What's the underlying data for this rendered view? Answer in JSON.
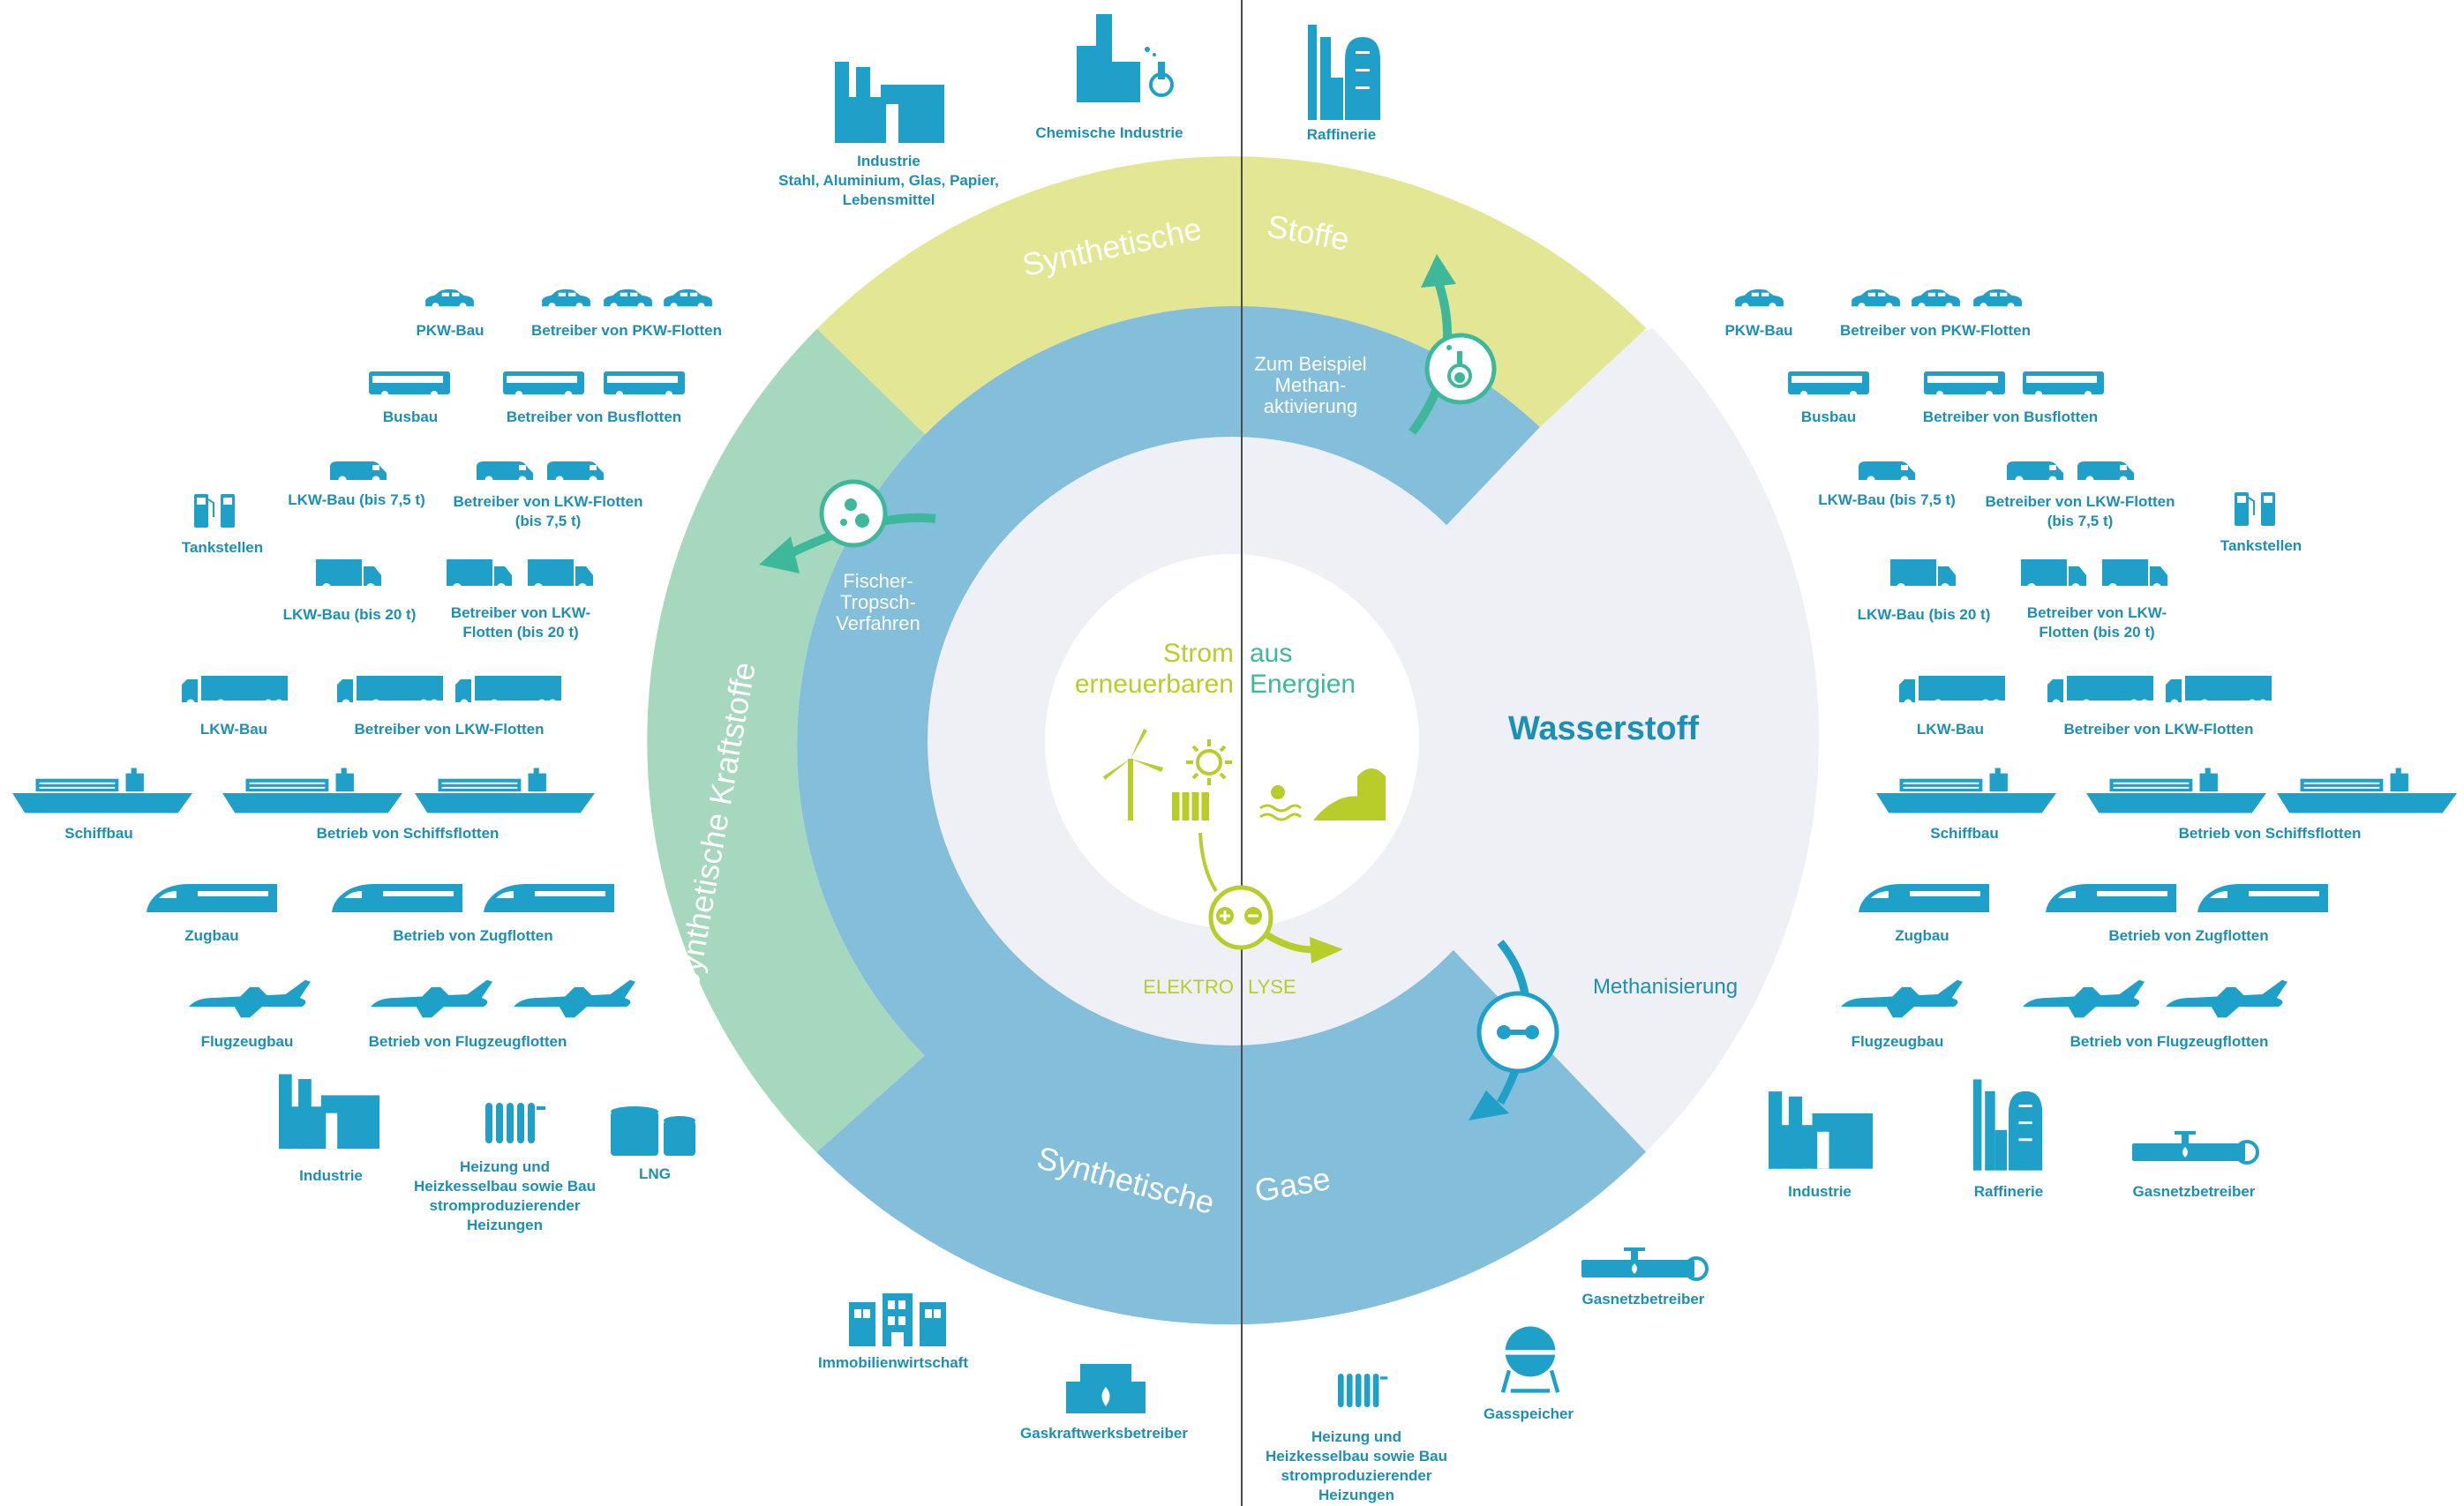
{
  "colors": {
    "green": "#a6d8bd",
    "yellow": "#e3e794",
    "blue": "#83bedb",
    "grey": "#eef0f5",
    "icon": "#1ea0c8",
    "label": "#1c8fb4",
    "lime": "#b9cd2a",
    "teal": "#3db89a"
  },
  "center": {
    "line1_left": "Strom",
    "line1_right": "aus",
    "line2_left": "erneuerbaren",
    "line2_right": "Energien",
    "elektro": "ELEKTRO",
    "lyse": "LYSE"
  },
  "ring": {
    "stoffe_left": "Synthetische",
    "stoffe_right": "Stoffe",
    "kraftstoffe": "Synthetische Kraftstoffe",
    "gase_left": "Synthetische",
    "gase_right": "Gase",
    "wasserstoff": "Wasserstoff"
  },
  "processes": {
    "ft_1": "Fischer-",
    "ft_2": "Tropsch-",
    "ft_3": "Verfahren",
    "ma_1": "Zum Beispiel",
    "ma_2": "Methan-",
    "ma_3": "aktivierung",
    "methanisierung": "Methanisierung"
  },
  "top": {
    "industrie_1": "Industrie",
    "industrie_2": "Stahl, Aluminium, Glas, Papier,",
    "industrie_3": "Lebensmittel",
    "chemie": "Chemische Industrie",
    "raffinerie": "Raffinerie"
  },
  "left": {
    "pkw_bau": "PKW-Bau",
    "pkw_flotten": "Betreiber von PKW-Flotten",
    "busbau": "Busbau",
    "bus_flotten": "Betreiber von Busflotten",
    "tankstellen": "Tankstellen",
    "lkw75_bau": "LKW-Bau (bis 7,5 t)",
    "lkw75_flotten_1": "Betreiber von LKW-Flotten",
    "lkw75_flotten_2": "(bis 7,5 t)",
    "lkw20_bau": "LKW-Bau (bis 20 t)",
    "lkw20_flotten_1": "Betreiber von LKW-",
    "lkw20_flotten_2": "Flotten (bis 20 t)",
    "lkw_bau": "LKW-Bau",
    "lkw_flotten": "Betreiber von LKW-Flotten",
    "schiffbau": "Schiffbau",
    "schiff_flotten": "Betrieb von Schiffsflotten",
    "zugbau": "Zugbau",
    "zug_flotten": "Betrieb von Zugflotten",
    "flugzeugbau": "Flugzeugbau",
    "flug_flotten": "Betrieb von Flugzeugflotten",
    "industrie": "Industrie",
    "heizung_1": "Heizung und",
    "heizung_2": "Heizkesselbau sowie Bau",
    "heizung_3": "stromproduzierender",
    "heizung_4": "Heizungen",
    "lng": "LNG"
  },
  "right": {
    "pkw_bau": "PKW-Bau",
    "pkw_flotten": "Betreiber von PKW-Flotten",
    "busbau": "Busbau",
    "bus_flotten": "Betreiber von Busflotten",
    "tankstellen": "Tankstellen",
    "lkw75_bau": "LKW-Bau (bis 7,5 t)",
    "lkw75_flotten_1": "Betreiber von LKW-Flotten",
    "lkw75_flotten_2": "(bis 7,5 t)",
    "lkw20_bau": "LKW-Bau (bis 20 t)",
    "lkw20_flotten_1": "Betreiber von LKW-",
    "lkw20_flotten_2": "Flotten (bis 20 t)",
    "lkw_bau": "LKW-Bau",
    "lkw_flotten": "Betreiber von LKW-Flotten",
    "schiffbau": "Schiffbau",
    "schiff_flotten": "Betrieb von Schiffsflotten",
    "zugbau": "Zugbau",
    "zug_flotten": "Betrieb von Zugflotten",
    "flugzeugbau": "Flugzeugbau",
    "flug_flotten": "Betrieb von Flugzeugflotten",
    "industrie": "Industrie",
    "raffinerie": "Raffinerie",
    "gasnetz": "Gasnetzbetreiber"
  },
  "bottom": {
    "immobilien": "Immobilienwirtschaft",
    "gaskraft": "Gaskraftwerksbetreiber",
    "heizung_1": "Heizung und",
    "heizung_2": "Heizkesselbau sowie Bau",
    "heizung_3": "stromproduzierender",
    "heizung_4": "Heizungen",
    "gasspeicher": "Gasspeicher",
    "gasnetz": "Gasnetzbetreiber"
  }
}
